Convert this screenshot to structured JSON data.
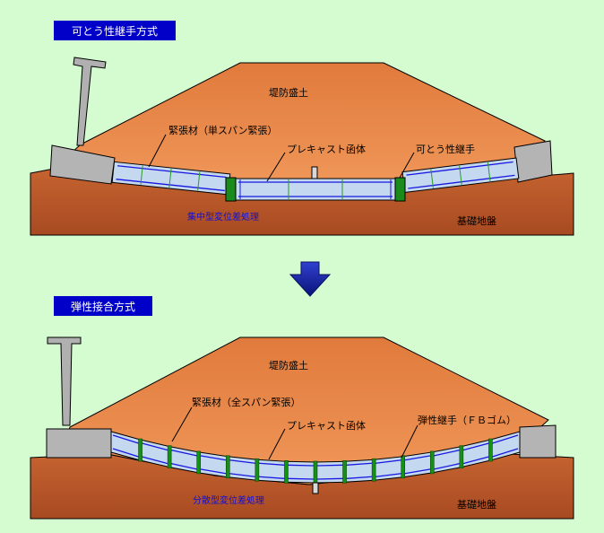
{
  "panels": [
    {
      "id": "top",
      "badge": "可とう性継手方式",
      "embankment_label": "堤防盛土",
      "tendon_label": "緊張材（単スパン緊張）",
      "precast_label": "プレキャスト函体",
      "joint_label": "可とう性継手",
      "displacement_label": "集中型変位差処理",
      "ground_label": "基礎地盤"
    },
    {
      "id": "bottom",
      "badge": "弾性接合方式",
      "embankment_label": "堤防盛土",
      "tendon_label": "緊張材（全スパン緊張）",
      "precast_label": "プレキャスト函体",
      "joint_label": "弾性継手（ＦＢゴム）",
      "displacement_label": "分散型変位差処理",
      "ground_label": "基礎地盤"
    }
  ],
  "colors": {
    "background": "#d4fcd0",
    "badge": "#0000c8",
    "embankment": "#e8884a",
    "ground": "#b8562a",
    "box_fill": "#c4d8f0",
    "tendon": "#1818e0",
    "flexible_joint": "#1a8a1a",
    "elastic_joint": "#169016",
    "abutment": "#b4b4b4",
    "arrow": "#1020a0"
  }
}
